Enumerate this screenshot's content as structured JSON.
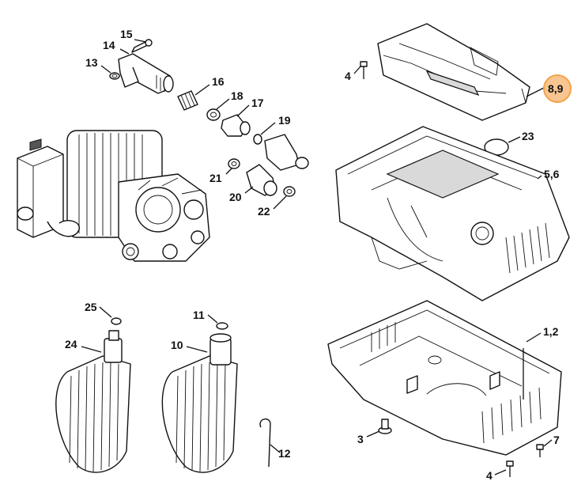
{
  "diagram": {
    "labels": {
      "p1_2": "1,2",
      "p3": "3",
      "p4a": "4",
      "p4b": "4",
      "p5_6": "5,6",
      "p7": "7",
      "p8_9": "8,9",
      "p10": "10",
      "p11": "11",
      "p12": "12",
      "p13": "13",
      "p14": "14",
      "p15": "15",
      "p16": "16",
      "p17": "17",
      "p18": "18",
      "p19": "19",
      "p20": "20",
      "p21": "21",
      "p22": "22",
      "p23": "23",
      "p24": "24",
      "p25": "25"
    },
    "highlight_color": "#f4a24a"
  }
}
